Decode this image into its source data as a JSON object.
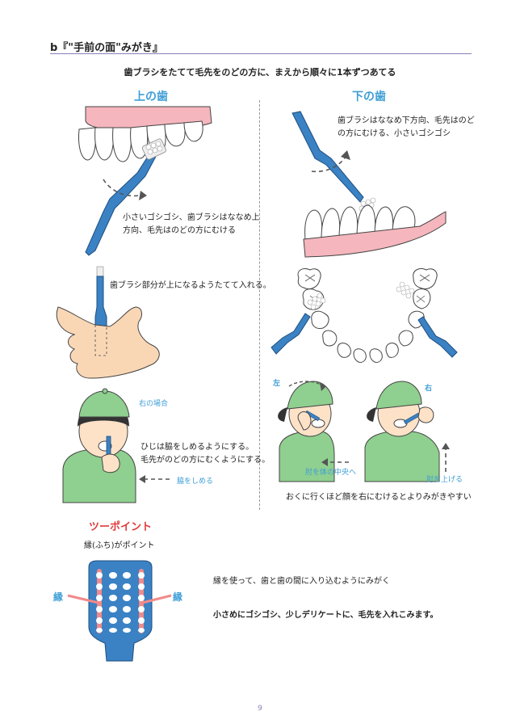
{
  "page": {
    "section_title": "b『\"手前の面\"みがき』",
    "instruction": "歯ブラシをたてて毛先をのどの方に、まえから順々に1本ずつあてる",
    "page_number": "9"
  },
  "left": {
    "heading": "上の歯",
    "upper_caption_1": "小さいゴシゴシ、歯ブラシはななめ上",
    "upper_caption_2": "方向、毛先はのどの方にむける",
    "grip_caption": "歯ブラシ部分が上になるようたてて入れる。",
    "right_case_label": "右の場合",
    "elbow_caption_1": "ひじは脇をしめるようにする。",
    "elbow_caption_2": "毛先がのどの方にむくようにする。",
    "arm_label": "脇をしめる"
  },
  "right": {
    "heading": "下の歯",
    "lower_caption_1": "歯ブラシはななめ下方向、毛先はのど",
    "lower_caption_2": "の方にむける、小さいゴシゴシ",
    "left_label": "左",
    "right_label": "右",
    "elbow_center_label": "肘を体の中央へ",
    "elbow_up_label": "肘を上げる",
    "back_caption": "おくに行くほど顔を右にむけるとよりみがきやすい"
  },
  "two_point": {
    "heading": "ツーポイント",
    "subheading": "縁(ふち)がポイント",
    "edge_label_left": "縁",
    "edge_label_right": "縁",
    "desc_1": "縁を使って、歯と歯の間に入り込むようにみがく",
    "desc_2": "小さめにゴシゴシ、少しデリケートに、毛先を入れこみます。"
  },
  "colors": {
    "accent_blue": "#3f9fd6",
    "accent_red": "#e03a3a",
    "brush_blue": "#3b82c4",
    "gum_pink": "#f5b6bd",
    "cap_green": "#8fcf8f"
  }
}
